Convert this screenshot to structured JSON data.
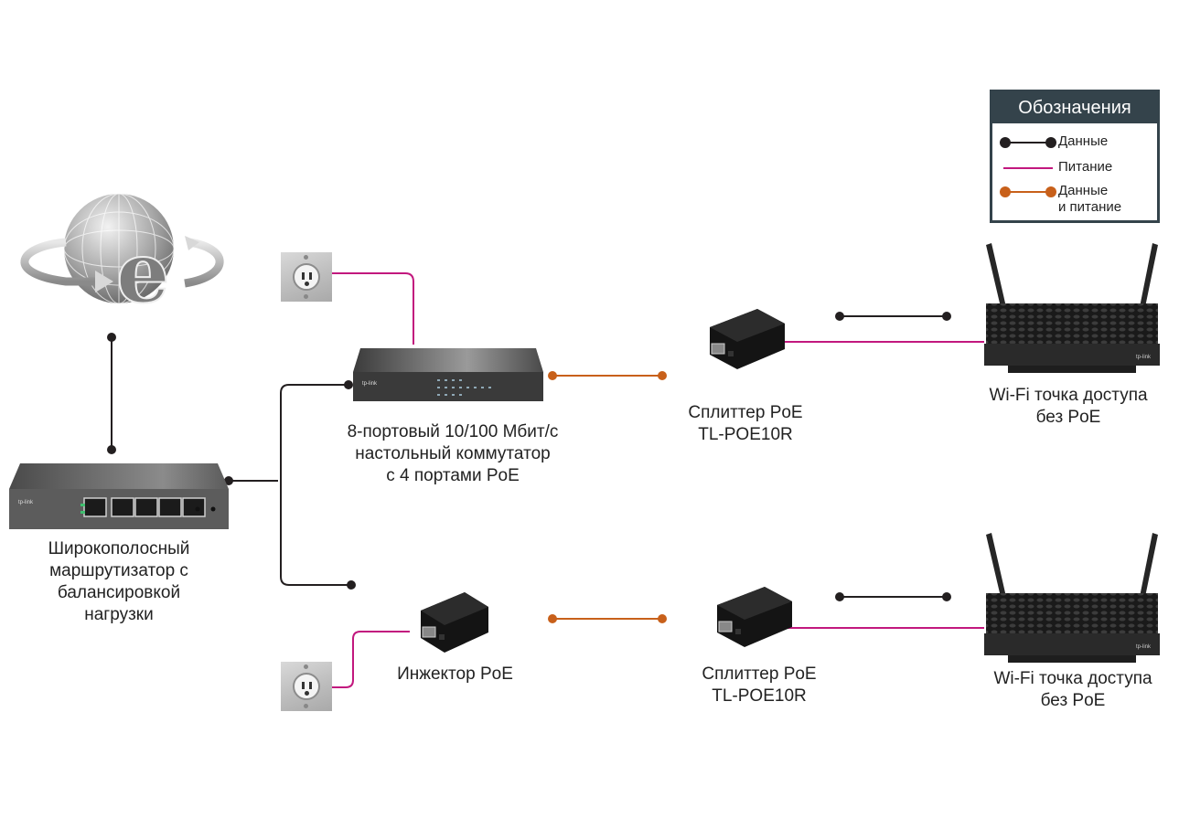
{
  "legend": {
    "title": "Обозначения",
    "items": [
      {
        "label": "Данные",
        "type": "data",
        "color": "#231f20"
      },
      {
        "label": "Питание",
        "type": "power",
        "color": "#c2187e"
      },
      {
        "label_line1": "Данные",
        "label_line2": "и питание",
        "type": "data-and-power",
        "color": "#c8601a"
      }
    ]
  },
  "colors": {
    "data": "#231f20",
    "power": "#c2187e",
    "data_power": "#c8601a",
    "legend_header": "#34434b"
  },
  "nodes": {
    "internet": {
      "name": "Internet"
    },
    "router": {
      "label_lines": [
        "Широкополосный",
        "маршрутизатор с",
        "балансировкой",
        "нагрузки"
      ]
    },
    "switch": {
      "label_lines": [
        "8-портовый 10/100 Мбит/с",
        "настольный коммутатор",
        "с 4 портами PoE"
      ]
    },
    "injector": {
      "label": "Инжектор PoE"
    },
    "splitter_top": {
      "label_lines": [
        "Сплиттер PoE",
        "TL-POE10R"
      ]
    },
    "splitter_bottom": {
      "label_lines": [
        "Сплиттер PoE",
        "TL-POE10R"
      ]
    },
    "ap_top": {
      "label_lines": [
        "Wi-Fi точка доступа",
        "без PoE"
      ]
    },
    "ap_bottom": {
      "label_lines": [
        "Wi-Fi точка доступа",
        "без PoE"
      ]
    },
    "outlet_top": {
      "name": "Power outlet"
    },
    "outlet_bottom": {
      "name": "Power outlet"
    }
  }
}
